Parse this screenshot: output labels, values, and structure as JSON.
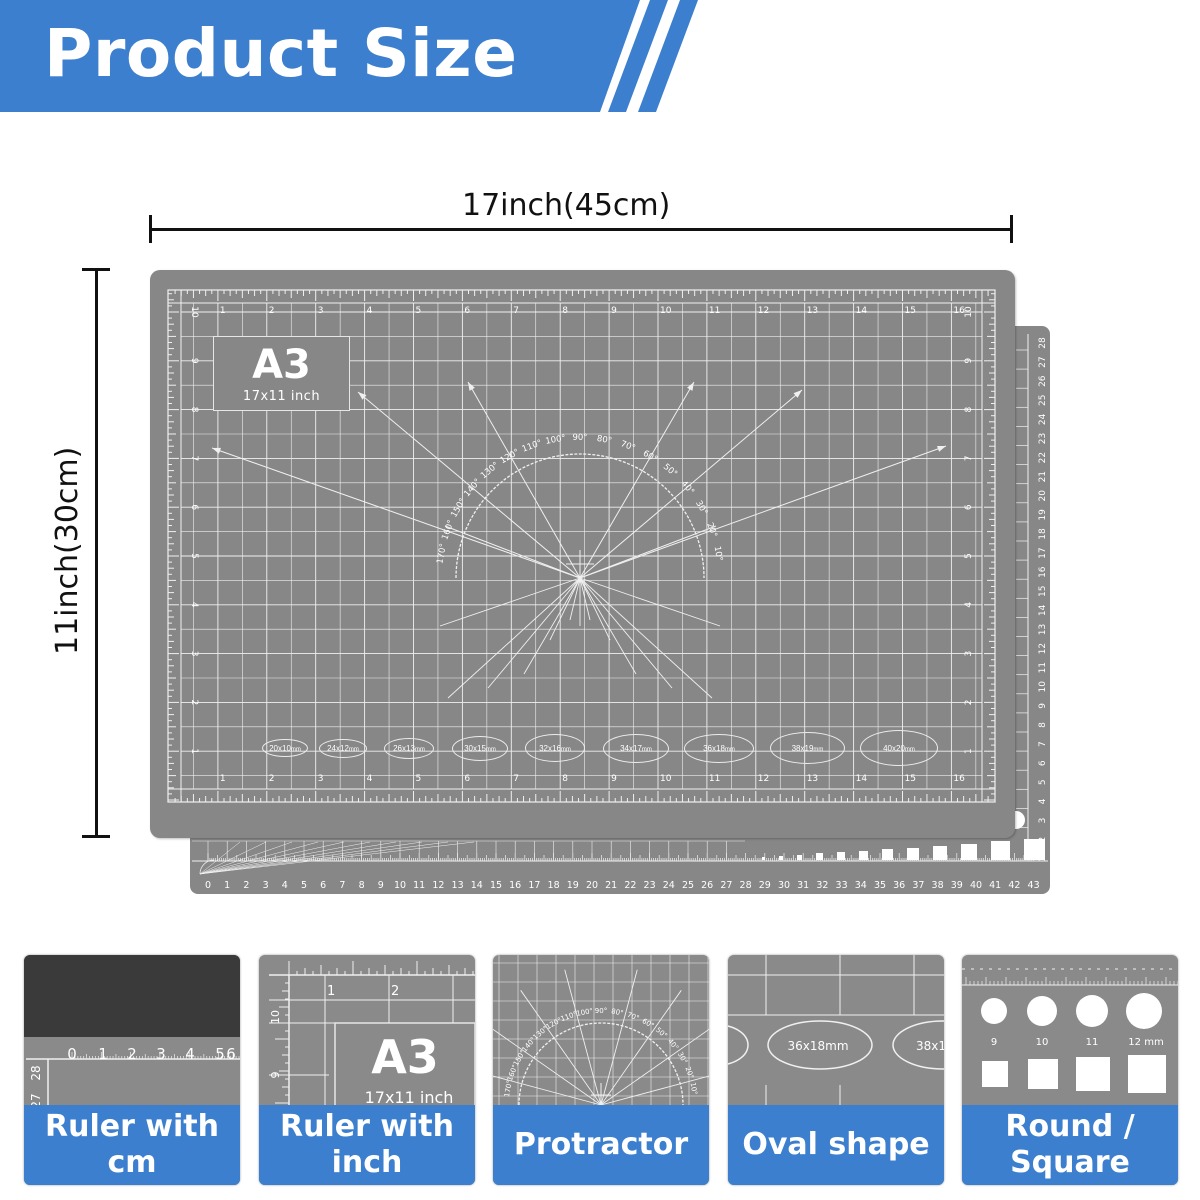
{
  "header": {
    "title": "Product Size"
  },
  "dimensions": {
    "width_label": "17inch(45cm)",
    "height_label": "11inch(30cm)"
  },
  "mat": {
    "size_title": "A3",
    "size_subtitle": "17x11 inch",
    "top_ruler": [
      "1",
      "2",
      "3",
      "4",
      "5",
      "6",
      "7",
      "8",
      "9",
      "10",
      "11",
      "12",
      "13",
      "14",
      "15",
      "16"
    ],
    "side_ruler": [
      "10",
      "9",
      "8",
      "7",
      "6",
      "5",
      "4",
      "3",
      "2",
      "1"
    ],
    "back_side_ruler": [
      "28",
      "27",
      "26",
      "25",
      "24",
      "23",
      "22",
      "21",
      "20",
      "19",
      "18",
      "17",
      "16",
      "15",
      "14",
      "13",
      "12",
      "11",
      "10",
      "9",
      "8",
      "7",
      "6",
      "5",
      "4",
      "3",
      "2",
      "1"
    ],
    "back_bottom_ruler": [
      "0",
      "1",
      "2",
      "3",
      "4",
      "5",
      "6",
      "7",
      "8",
      "9",
      "10",
      "11",
      "12",
      "13",
      "14",
      "15",
      "16",
      "17",
      "18",
      "19",
      "20",
      "21",
      "22",
      "23",
      "24",
      "25",
      "26",
      "27",
      "28",
      "29",
      "30",
      "31",
      "32",
      "33",
      "34",
      "35",
      "36",
      "37",
      "38",
      "39",
      "40",
      "41",
      "42",
      "43"
    ],
    "protractor": [
      "10°",
      "20°",
      "30°",
      "40°",
      "50°",
      "60°",
      "70°",
      "80°",
      "90°",
      "100°",
      "110°",
      "120°",
      "130°",
      "140°",
      "150°",
      "160°",
      "170°"
    ],
    "ovals": [
      {
        "w": "20x10",
        "u": "mm"
      },
      {
        "w": "24x12",
        "u": "mm"
      },
      {
        "w": "26x13",
        "u": "mm"
      },
      {
        "w": "30x15",
        "u": "mm"
      },
      {
        "w": "32x16",
        "u": "mm"
      },
      {
        "w": "34x17",
        "u": "mm"
      },
      {
        "w": "36x18",
        "u": "mm"
      },
      {
        "w": "38x19",
        "u": "mm"
      },
      {
        "w": "40x20",
        "u": "mm"
      }
    ]
  },
  "features": [
    {
      "label": "Ruler with cm",
      "ruler": [
        "0",
        "1",
        "2",
        "3",
        "4",
        "5",
        "6"
      ],
      "side": [
        "28",
        "27"
      ]
    },
    {
      "label": "Ruler with inch",
      "title": "A3",
      "subtitle": "17x11 inch",
      "marks": [
        "1",
        "2"
      ],
      "side": [
        "10",
        "9"
      ]
    },
    {
      "label": "Protractor"
    },
    {
      "label": "Oval shape",
      "ovals": [
        "36x18mm",
        "38x1"
      ]
    },
    {
      "label": "Round / Square",
      "numbers": [
        "9",
        "10",
        "11",
        "12 mm"
      ]
    }
  ],
  "colors": {
    "brand_blue": "#3d7fcf",
    "mat_gray": "#878787",
    "line_white": "#f0f0f0"
  }
}
